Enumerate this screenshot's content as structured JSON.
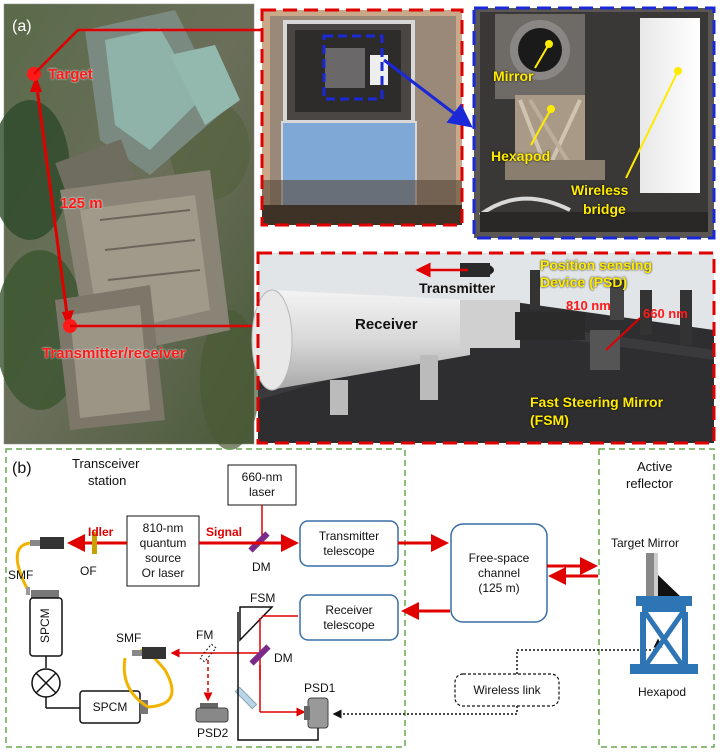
{
  "panel_a": {
    "label": "(a)",
    "target": "Target",
    "distance": "125 m",
    "transmitter_receiver": "Transmitter/receiver",
    "photo_blue": {
      "mirror": "Mirror",
      "hexapod": "Hexapod",
      "wireless_bridge_1": "Wireless",
      "wireless_bridge_2": "bridge"
    },
    "photo_bottom": {
      "transmitter": "Transmitter",
      "receiver": "Receiver",
      "psd_1": "Position sensing",
      "psd_2": "Device (PSD)",
      "wl_810": "810 nm",
      "wl_660": "660 nm",
      "fsm_1": "Fast Steering Mirror",
      "fsm_2": "(FSM)"
    }
  },
  "panel_b": {
    "label": "(b)",
    "station_1": "Transceiver",
    "station_2": "station",
    "active_1": "Active",
    "active_2": "reflector",
    "laser_660_1": "660-nm",
    "laser_660_2": "laser",
    "source_1": "810-nm",
    "source_2": "quantum",
    "source_3": "source",
    "source_4": "Or laser",
    "idler": "Idler",
    "signal": "Signal",
    "of": "OF",
    "dm_top": "DM",
    "smf_top": "SMF",
    "spcm_vertical": "SPCM",
    "spcm_bottom": "SPCM",
    "tx_tel_1": "Transmitter",
    "tx_tel_2": "telescope",
    "rx_tel_1": "Receiver",
    "rx_tel_2": "telescope",
    "fsm": "FSM",
    "dm_mid": "DM",
    "smf_mid": "SMF",
    "fm": "FM",
    "psd1": "PSD1",
    "psd2": "PSD2",
    "channel_1": "Free-space",
    "channel_2": "channel",
    "channel_3": "(125 m)",
    "wireless_link": "Wireless link",
    "target_mirror": "Target Mirror",
    "hexapod": "Hexapod"
  },
  "colors": {
    "red": "#e00000",
    "blue_frame": "#1a28d8",
    "green_frame": "#6aa84f",
    "yellow": "#ffeb00",
    "telescope_border": "#3a6ea5",
    "reflector_blue": "#2e75b6"
  }
}
